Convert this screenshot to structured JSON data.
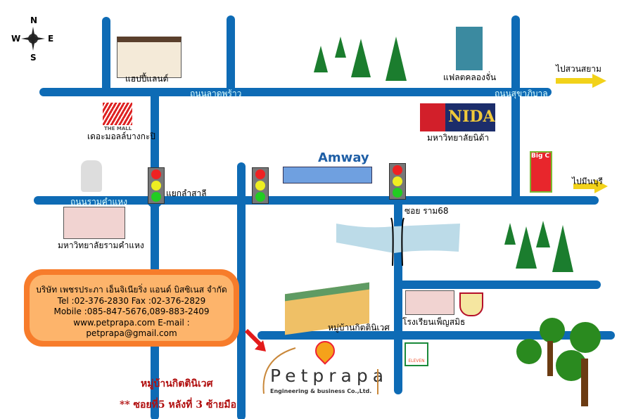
{
  "compass": {
    "n": "N",
    "s": "S",
    "e": "E",
    "w": "W"
  },
  "roads": {
    "ladprao": "ถนนลาดพร้าว",
    "sukhaphiban": "ถนนสุขาภิบาล",
    "ramkhamhaeng": "ถนนรามคำแหง",
    "soi": "ซอย ราม68"
  },
  "places": {
    "happyland": "แฮปปี้แลนด์",
    "flat": "แฟลตคลองจั่น",
    "mall": "เดอะมอลล์บางกะปิ",
    "mall_logo": "THE MALL",
    "nida": "มหาวิทยาลัยนิด้า",
    "nida_logo": "NIDA",
    "amway": "Amway",
    "junction": "แยกลำสาลี",
    "ru": "มหาวิทยาลัยรามคำแหง",
    "village": "หมู่บ้านกิตตินิเวศ",
    "school": "โรงเรียนเพ็ญสมิธ",
    "bigc": "Big C",
    "seven": "ELEVEN"
  },
  "directions": {
    "siam_park": "ไปสวนสยาม",
    "minburi": "ไปมีนบุรี"
  },
  "company": {
    "name": "บริษัท เพชรประภา เอ็นจิเนียริ่ง แอนด์ บิสซิเนส จำกัด",
    "tel": "Tel :02-376-2830 Fax :02-376-2829",
    "mobile": "Mobile :085-847-5676,089-883-2409",
    "web": "www.petprapa.com E-mail : petprapa@gmail.com"
  },
  "logo": {
    "name": "Petprapa",
    "sub": "Engineering & business Co.,Ltd."
  },
  "note": {
    "line1": "หมู่บ้านกิตตินิเวศ",
    "line2": "** ซอยที่5 หลังที่ 3 ซ้ายมือ"
  },
  "colors": {
    "road": "#0e6bb5",
    "arrow": "#f2d21a",
    "note": "#b10f0f"
  }
}
